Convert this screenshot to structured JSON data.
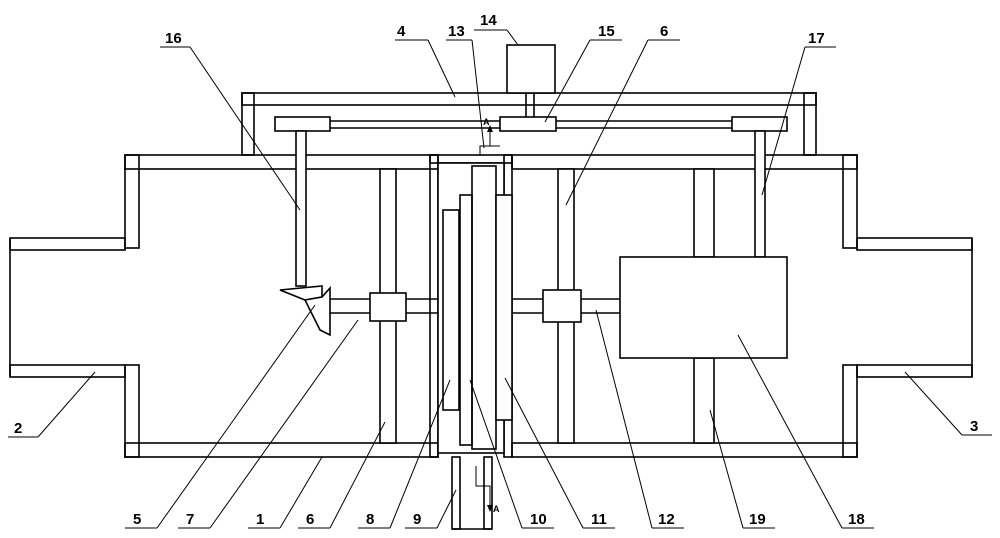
{
  "labels": {
    "l1": "1",
    "l2": "2",
    "l3": "3",
    "l4": "4",
    "l5": "5",
    "l6a": "6",
    "l6b": "6",
    "l7": "7",
    "l8": "8",
    "l9": "9",
    "l10": "10",
    "l11": "11",
    "l12": "12",
    "l13": "13",
    "l14": "14",
    "l15": "15",
    "l16": "16",
    "l17": "17",
    "l18": "18",
    "l19": "19"
  },
  "arrow_marks": {
    "top": "A",
    "bottom": "A"
  }
}
